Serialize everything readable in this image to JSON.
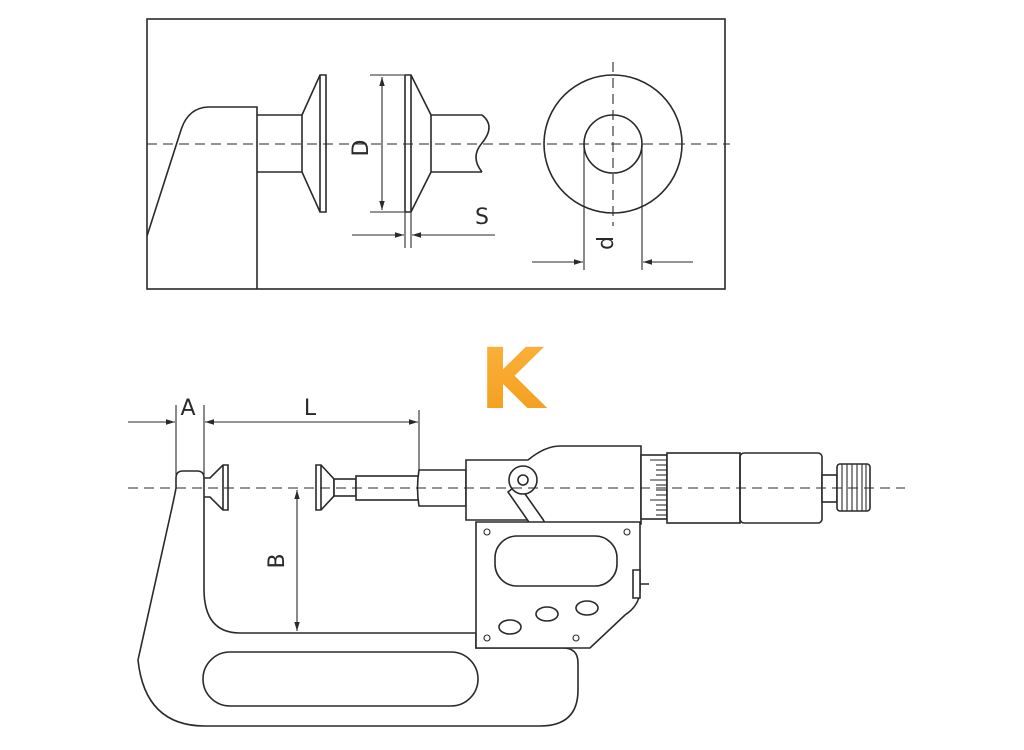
{
  "labels": {
    "d_upper": "D",
    "s": "S",
    "d_lower": "d",
    "k": "K",
    "a": "A",
    "l": "L",
    "b": "B"
  },
  "colors": {
    "line": "#2a2a2a",
    "accent_top": "#fcb43f",
    "accent_bottom": "#f29b1a"
  }
}
